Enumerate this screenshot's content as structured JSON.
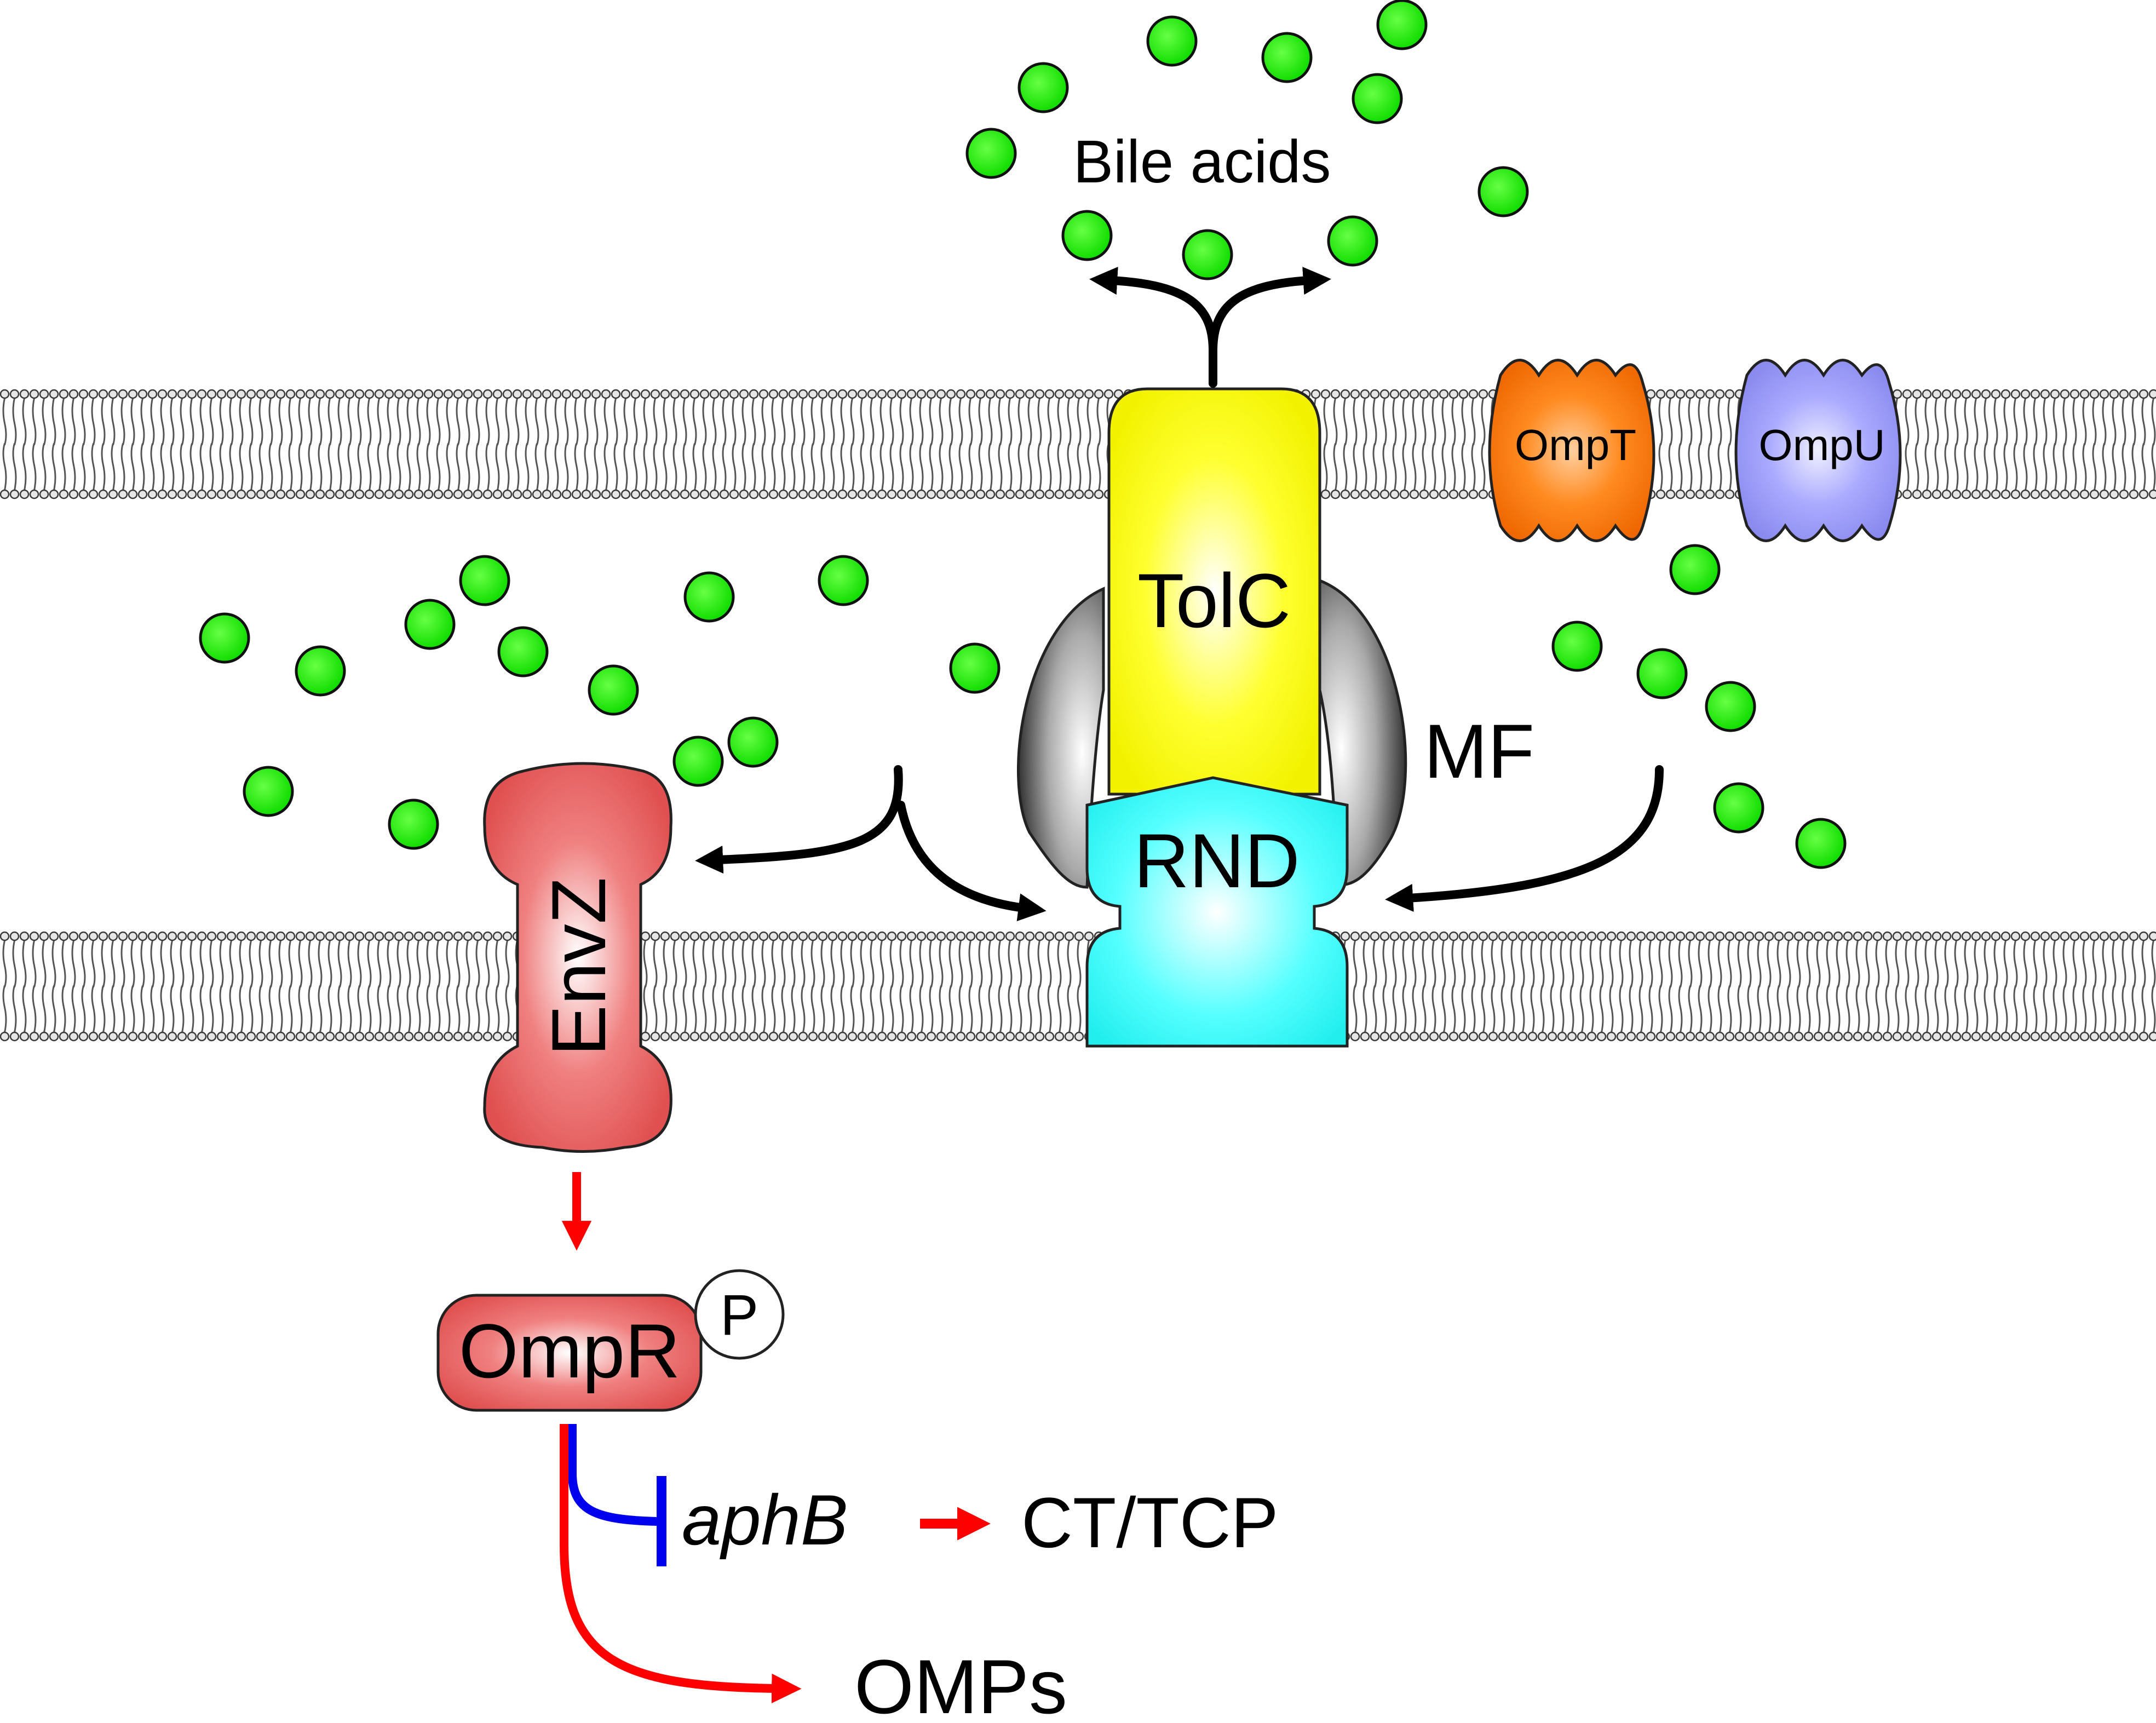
{
  "labels": {
    "bile_acids": "Bile acids",
    "tolc": "TolC",
    "rnd": "RND",
    "mf": "MF",
    "envz": "EnvZ",
    "ompr": "OmpR",
    "phospho": "P",
    "ompt": "OmpT",
    "ompu": "OmpU",
    "aphb": "aphB",
    "ct_tcp": "CT/TCP",
    "omps": "OMPs"
  },
  "colors": {
    "bile_acid": "#22ee00",
    "tolc": "#ffff22",
    "rnd": "#44ffff",
    "envz": "#f07070",
    "ompr": "#f07070",
    "ompt": "#ff7a10",
    "ompu": "#9999ff",
    "mf": "#555555",
    "activation_arrow": "#ff0000",
    "repression": "#0000ee",
    "flow_arrow": "#000000"
  }
}
